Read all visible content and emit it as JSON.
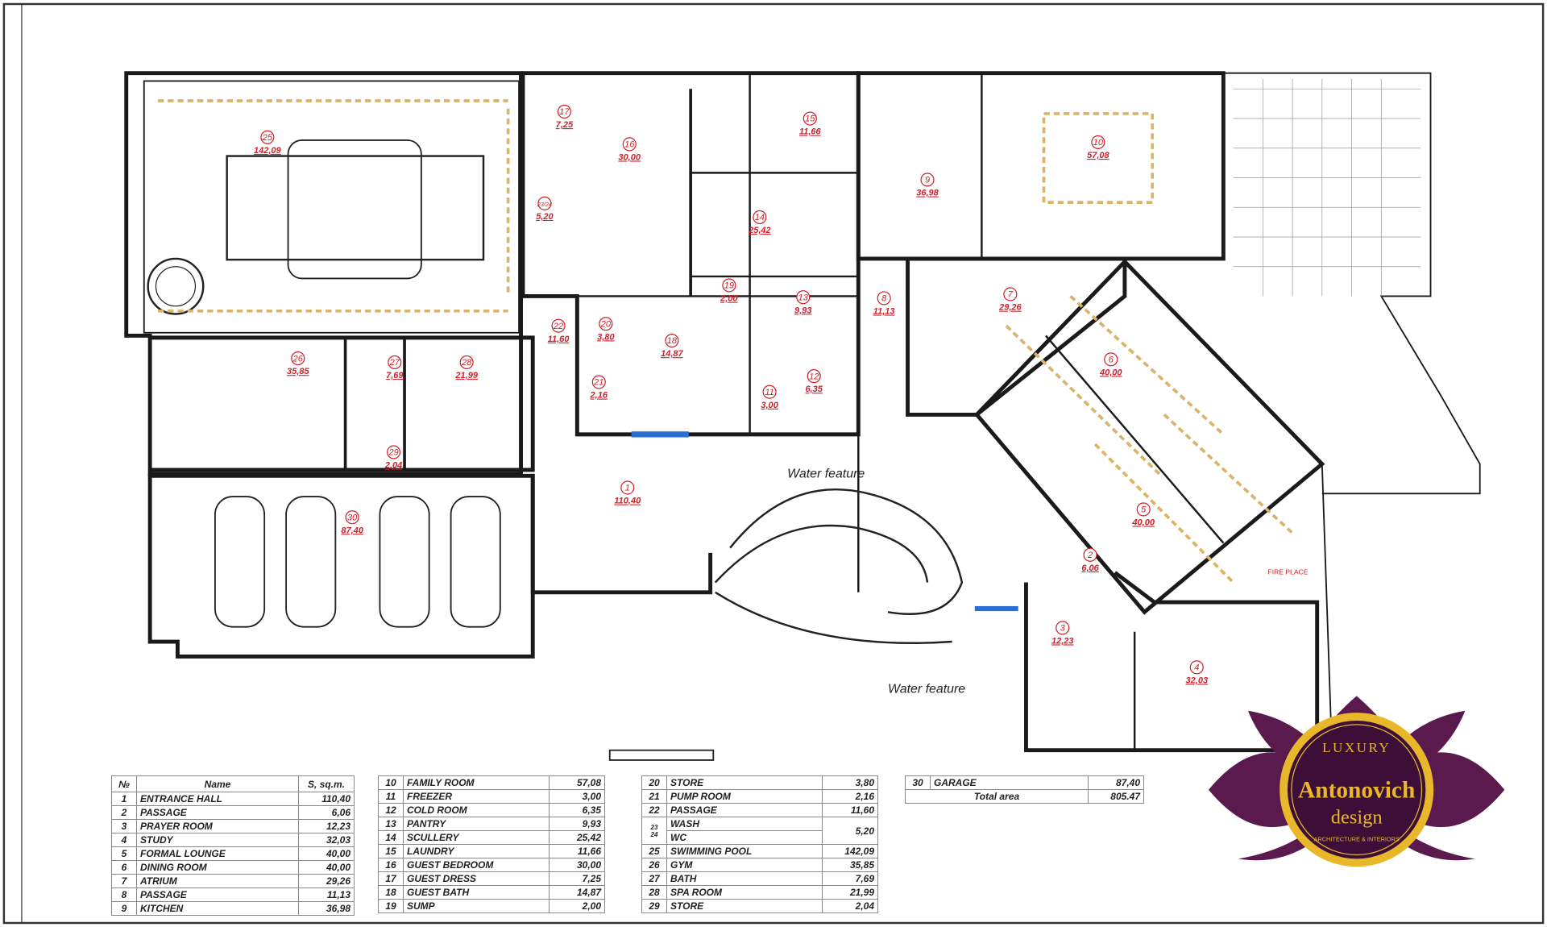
{
  "plan": {
    "annotations": {
      "water_feature_1": "Water feature",
      "water_feature_2": "Water feature",
      "fire_place": "FIRE PLACE"
    },
    "rooms": [
      {
        "no": "1",
        "area": "110,40"
      },
      {
        "no": "2",
        "area": "6,06"
      },
      {
        "no": "3",
        "area": "12,23"
      },
      {
        "no": "4",
        "area": "32,03"
      },
      {
        "no": "5",
        "area": "40,00"
      },
      {
        "no": "6",
        "area": "40,00"
      },
      {
        "no": "7",
        "area": "29,26"
      },
      {
        "no": "8",
        "area": "11,13"
      },
      {
        "no": "9",
        "area": "36,98"
      },
      {
        "no": "10",
        "area": "57,08"
      },
      {
        "no": "11",
        "area": "3,00"
      },
      {
        "no": "12",
        "area": "6,35"
      },
      {
        "no": "13",
        "area": "9,93"
      },
      {
        "no": "14",
        "area": "25,42"
      },
      {
        "no": "15",
        "area": "11,66"
      },
      {
        "no": "16",
        "area": "30,00"
      },
      {
        "no": "17",
        "area": "7,25"
      },
      {
        "no": "18",
        "area": "14,87"
      },
      {
        "no": "19",
        "area": "2,00"
      },
      {
        "no": "20",
        "area": "3,80"
      },
      {
        "no": "21",
        "area": "2,16"
      },
      {
        "no": "22",
        "area": "11,60"
      },
      {
        "no": "23/24",
        "area": "5,20"
      },
      {
        "no": "25",
        "area": "142,09"
      },
      {
        "no": "26",
        "area": "35,85"
      },
      {
        "no": "27",
        "area": "7,69"
      },
      {
        "no": "28",
        "area": "21,99"
      },
      {
        "no": "29",
        "area": "2,04"
      },
      {
        "no": "30",
        "area": "87,40"
      }
    ]
  },
  "schedule": {
    "headers": {
      "no": "№",
      "name": "Name",
      "area": "S, sq.m."
    },
    "table1": [
      {
        "no": "1",
        "name": "ENTRANCE HALL",
        "area": "110,40"
      },
      {
        "no": "2",
        "name": "PASSAGE",
        "area": "6,06"
      },
      {
        "no": "3",
        "name": "PRAYER ROOM",
        "area": "12,23"
      },
      {
        "no": "4",
        "name": "STUDY",
        "area": "32,03"
      },
      {
        "no": "5",
        "name": "FORMAL LOUNGE",
        "area": "40,00"
      },
      {
        "no": "6",
        "name": "DINING ROOM",
        "area": "40,00"
      },
      {
        "no": "7",
        "name": "ATRIUM",
        "area": "29,26"
      },
      {
        "no": "8",
        "name": "PASSAGE",
        "area": "11,13"
      },
      {
        "no": "9",
        "name": "KITCHEN",
        "area": "36,98"
      }
    ],
    "table2": [
      {
        "no": "10",
        "name": "FAMILY ROOM",
        "area": "57,08"
      },
      {
        "no": "11",
        "name": "FREEZER",
        "area": "3,00"
      },
      {
        "no": "12",
        "name": "COLD ROOM",
        "area": "6,35"
      },
      {
        "no": "13",
        "name": "PANTRY",
        "area": "9,93"
      },
      {
        "no": "14",
        "name": "SCULLERY",
        "area": "25,42"
      },
      {
        "no": "15",
        "name": "LAUNDRY",
        "area": "11,66"
      },
      {
        "no": "16",
        "name": "GUEST BEDROOM",
        "area": "30,00"
      },
      {
        "no": "17",
        "name": "GUEST DRESS",
        "area": "7,25"
      },
      {
        "no": "18",
        "name": "GUEST BATH",
        "area": "14,87"
      },
      {
        "no": "19",
        "name": "SUMP",
        "area": "2,00"
      }
    ],
    "table3": {
      "before": [
        {
          "no": "20",
          "name": "STORE",
          "area": "3,80"
        },
        {
          "no": "21",
          "name": "PUMP ROOM",
          "area": "2,16"
        },
        {
          "no": "22",
          "name": "PASSAGE",
          "area": "11,60"
        }
      ],
      "merged": {
        "no_a": "23",
        "no_b": "24",
        "name_a": "WASH",
        "name_b": "WC",
        "area": "5,20"
      },
      "after": [
        {
          "no": "25",
          "name": "SWIMMING POOL",
          "area": "142,09"
        },
        {
          "no": "26",
          "name": "GYM",
          "area": "35,85"
        },
        {
          "no": "27",
          "name": "BATH",
          "area": "7,69"
        },
        {
          "no": "28",
          "name": "SPA ROOM",
          "area": "21,99"
        },
        {
          "no": "29",
          "name": "STORE",
          "area": "2,04"
        }
      ]
    },
    "table4": {
      "row": {
        "no": "30",
        "name": "GARAGE",
        "area": "87,40"
      },
      "total_label": "Total area",
      "total_value": "805.47"
    }
  },
  "logo": {
    "top": "LUXURY",
    "name": "Antonovich",
    "sub": "design",
    "tagline": "ARCHITECTURE & INTERIORS"
  },
  "colors": {
    "wall": "#1a1a1a",
    "tag": "#d0202a",
    "ornament": "#d9b46a",
    "logo_purple": "#5a1a4e",
    "logo_gold": "#e9b72a",
    "water": "#2a6fd6"
  }
}
